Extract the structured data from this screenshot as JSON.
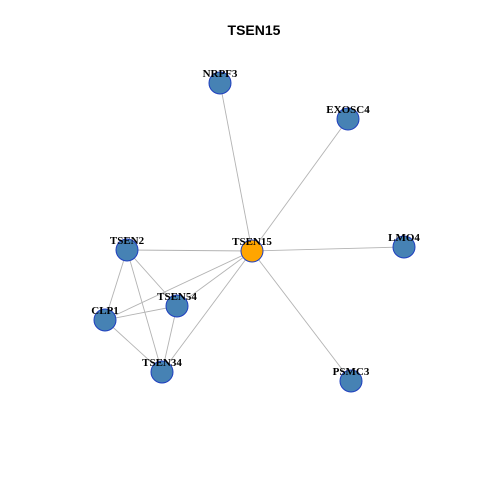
{
  "title": "TSEN15",
  "colors": {
    "hub_fill": "#ffa500",
    "node_fill": "#4682b4",
    "node_stroke": "#1f3fbf",
    "edge": "#b3b3b3"
  },
  "nodes": [
    {
      "id": "NRPF3",
      "label": "NRPF3",
      "role": "neighbor"
    },
    {
      "id": "EXOSC4",
      "label": "EXOSC4",
      "role": "neighbor"
    },
    {
      "id": "TSEN2",
      "label": "TSEN2",
      "role": "neighbor"
    },
    {
      "id": "TSEN15",
      "label": "TSEN15",
      "role": "hub"
    },
    {
      "id": "LMO4",
      "label": "LMO4",
      "role": "neighbor"
    },
    {
      "id": "TSEN54",
      "label": "TSEN54",
      "role": "neighbor"
    },
    {
      "id": "CLP1",
      "label": "CLP1",
      "role": "neighbor"
    },
    {
      "id": "TSEN34",
      "label": "TSEN34",
      "role": "neighbor"
    },
    {
      "id": "PSMC3",
      "label": "PSMC3",
      "role": "neighbor"
    }
  ],
  "edges": [
    [
      "TSEN15",
      "NRPF3"
    ],
    [
      "TSEN15",
      "EXOSC4"
    ],
    [
      "TSEN15",
      "TSEN2"
    ],
    [
      "TSEN15",
      "LMO4"
    ],
    [
      "TSEN15",
      "TSEN54"
    ],
    [
      "TSEN15",
      "CLP1"
    ],
    [
      "TSEN15",
      "TSEN34"
    ],
    [
      "TSEN15",
      "PSMC3"
    ],
    [
      "TSEN2",
      "CLP1"
    ],
    [
      "TSEN2",
      "TSEN54"
    ],
    [
      "TSEN2",
      "TSEN34"
    ],
    [
      "CLP1",
      "TSEN54"
    ],
    [
      "CLP1",
      "TSEN34"
    ],
    [
      "TSEN54",
      "TSEN34"
    ]
  ]
}
